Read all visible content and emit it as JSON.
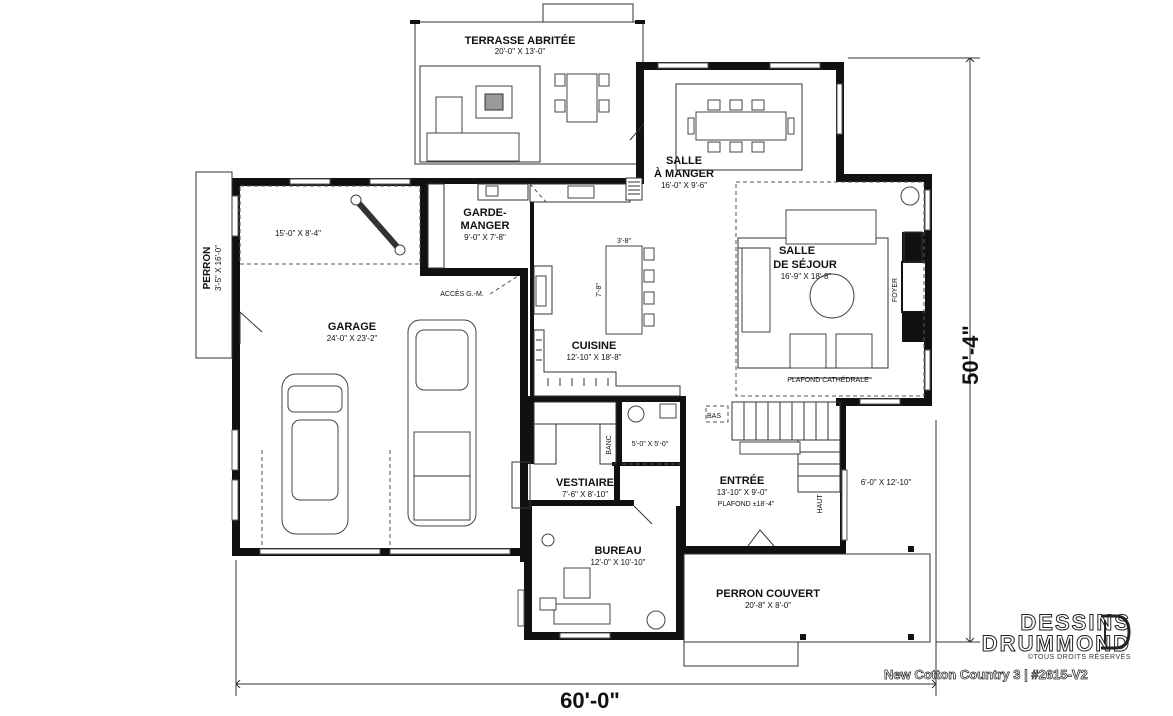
{
  "rooms": {
    "terrasse": {
      "name": "TERRASSE ABRITÉE",
      "dim": "20'-0\" X 13'-0\""
    },
    "salle_manger": {
      "name1": "SALLE",
      "name2": "À MANGER",
      "dim": "16'-0\" X 9'-6\""
    },
    "garde_manger": {
      "name1": "GARDE-",
      "name2": "MANGER",
      "dim": "9'-0\" X 7'-8\""
    },
    "salle_sejour": {
      "name1": "SALLE",
      "name2": "DE SÉJOUR",
      "dim": "16'-9\" X 18'-8\"",
      "foyer": "FOYER",
      "plafond": "PLAFOND CATHÉDRALE"
    },
    "garage": {
      "name": "GARAGE",
      "dim": "24'-0\" X 23'-2\"",
      "storage_dim": "15'-0\" X 8'-4\""
    },
    "perron_side": {
      "name": "PERRON",
      "dim": "3'-5\" X 16'-0\""
    },
    "cuisine": {
      "name": "CUISINE",
      "dim": "12'-10\" X 18'-8\"",
      "island_w": "3'-8\"",
      "island_l": "7'-8\""
    },
    "acces": {
      "label": "ACCÈS G.-M."
    },
    "salle_bain": {
      "dim": "5'-0\" X 5'-0\""
    },
    "banc": {
      "label": "BANC"
    },
    "bas": {
      "label": "BAS"
    },
    "vestiaire": {
      "name": "VESTIAIRE",
      "dim": "7'-6\" X 8'-10\""
    },
    "entree": {
      "name": "ENTRÉE",
      "dim": "13'-10\" X 9'-0\"",
      "plafond": "PLAFOND ±18'-4\""
    },
    "haut": {
      "label": "HAUT"
    },
    "escalier": {
      "dim": "6'-0\" X 12'-10\""
    },
    "bureau": {
      "name": "BUREAU",
      "dim": "12'-0\" X 10'-10\""
    },
    "perron_couvert": {
      "name": "PERRON COUVERT",
      "dim": "20'-8\" X 8'-0\""
    }
  },
  "dimensions": {
    "width": "60'-0\"",
    "depth": "50'-4\""
  },
  "brand": {
    "line1": "DESSINS",
    "line2": "DRUMMOND",
    "rights": "©TOUS DROITS RÉSERVÉS"
  },
  "plan_title": "New Cotton Country 3 | #2615-V2"
}
